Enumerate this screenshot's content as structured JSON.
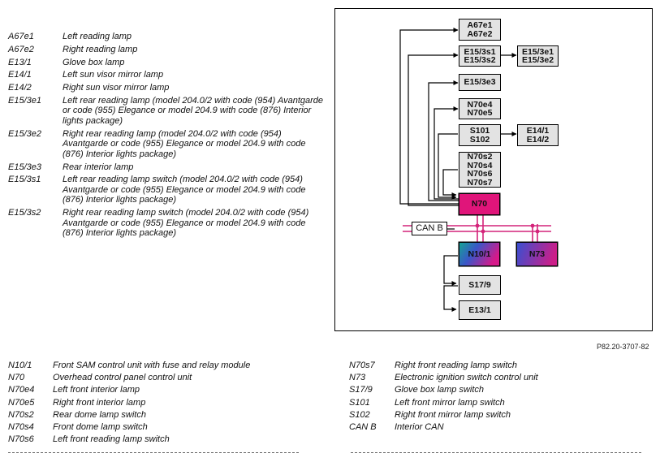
{
  "legend_top": [
    {
      "code": "A67e1",
      "desc": "Left reading lamp"
    },
    {
      "code": "A67e2",
      "desc": "Right reading lamp"
    },
    {
      "code": "E13/1",
      "desc": "Glove box lamp"
    },
    {
      "code": "E14/1",
      "desc": "Left sun visor mirror lamp"
    },
    {
      "code": "E14/2",
      "desc": "Right sun visor mirror lamp"
    },
    {
      "code": "E15/3e1",
      "desc": "Left rear reading lamp (model 204.0/2 with code (954) Avantgarde or code (955) Elegance or model 204.9 with code (876) Interior lights package)"
    },
    {
      "code": "E15/3e2",
      "desc": "Right rear reading lamp (model 204.0/2 with code (954) Avantgarde or code (955) Elegance or model 204.9 with code (876) Interior lights package)"
    },
    {
      "code": "E15/3e3",
      "desc": "Rear interior lamp"
    },
    {
      "code": "E15/3s1",
      "desc": "Left rear reading lamp switch (model 204.0/2 with code (954) Avantgarde or code (955) Elegance or model 204.9 with code (876) Interior lights package)"
    },
    {
      "code": "E15/3s2",
      "desc": "Right rear reading lamp switch (model 204.0/2 with code (954) Avantgarde or code (955) Elegance or model 204.9 with code (876) Interior lights package)"
    }
  ],
  "legend_bottom_left": [
    {
      "code": "N10/1",
      "desc": "Front SAM control unit with fuse and relay module"
    },
    {
      "code": "N70",
      "desc": "Overhead control panel control unit"
    },
    {
      "code": "N70e4",
      "desc": "Left front interior lamp"
    },
    {
      "code": "N70e5",
      "desc": "Right front interior lamp"
    },
    {
      "code": "N70s2",
      "desc": "Rear dome lamp switch"
    },
    {
      "code": "N70s4",
      "desc": "Front dome lamp switch"
    },
    {
      "code": "N70s6",
      "desc": "Left front reading lamp switch"
    }
  ],
  "legend_bottom_right": [
    {
      "code": "N70s7",
      "desc": "Right front reading lamp switch"
    },
    {
      "code": "N73",
      "desc": "Electronic ignition switch control unit"
    },
    {
      "code": "S17/9",
      "desc": "Glove box lamp switch"
    },
    {
      "code": "S101",
      "desc": "Left front mirror lamp switch"
    },
    {
      "code": "S102",
      "desc": "Right front mirror lamp switch"
    },
    {
      "code": "CAN B",
      "desc": "Interior CAN"
    }
  ],
  "diagram": {
    "boxes": {
      "a67": [
        "A67e1",
        "A67e2"
      ],
      "e153s": [
        "E15/3s1",
        "E15/3s2"
      ],
      "e153e12": [
        "E15/3e1",
        "E15/3e2"
      ],
      "e153e3": [
        "E15/3e3"
      ],
      "n70e": [
        "N70e4",
        "N70e5"
      ],
      "s101": [
        "S101",
        "S102"
      ],
      "e14": [
        "E14/1",
        "E14/2"
      ],
      "n70s": [
        "N70s2",
        "N70s4",
        "N70s6",
        "N70s7"
      ],
      "n70": [
        "N70"
      ],
      "canb": [
        "CAN B"
      ],
      "n101": [
        "N10/1"
      ],
      "n73": [
        "N73"
      ],
      "s179": [
        "S17/9"
      ],
      "e131": [
        "E13/1"
      ]
    },
    "colors": {
      "bus": "#d4237a",
      "n70": "#e0157a",
      "n73_left": "#3b4fd0",
      "n73_right": "#c8208a",
      "n101_left": "#1aa39a",
      "n101_right": "#d21a8a"
    }
  },
  "figure_ref": "P82.20-3707-82"
}
